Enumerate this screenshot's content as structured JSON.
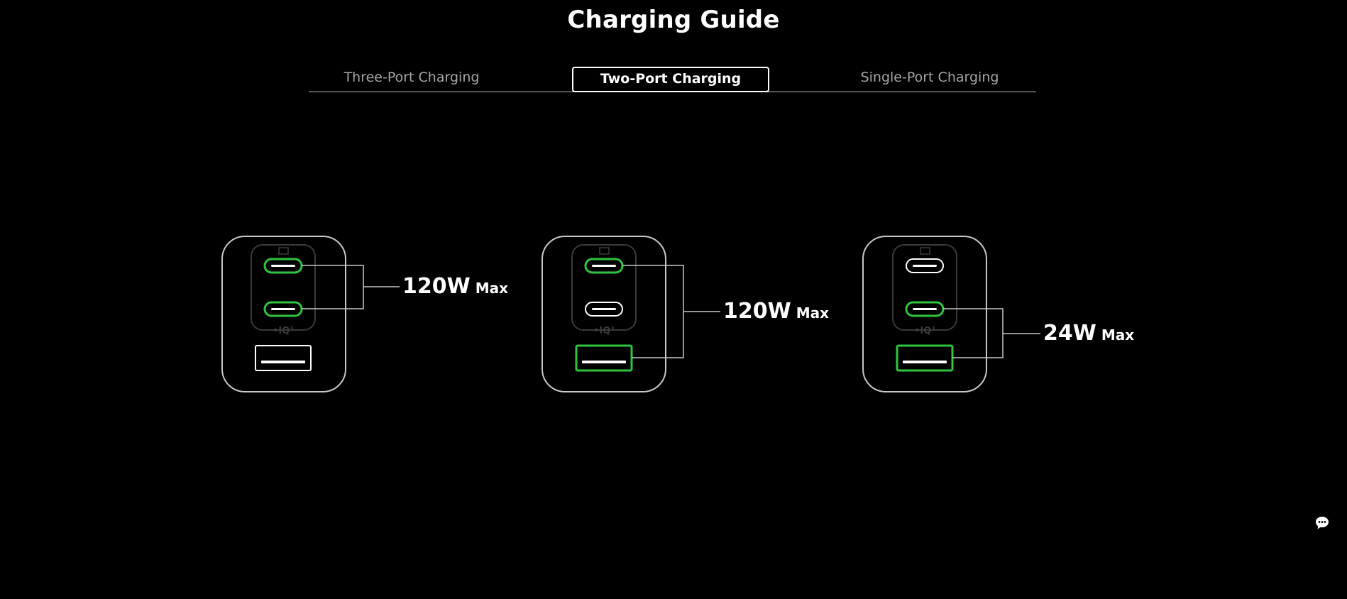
{
  "page": {
    "title": "Charging Guide"
  },
  "tabs": [
    {
      "label": "Three-Port Charging",
      "active": false
    },
    {
      "label": "Two-Port Charging",
      "active": true
    },
    {
      "label": "Single-Port Charging",
      "active": false
    }
  ],
  "configurations": [
    {
      "output": "120W",
      "suffix": "Max",
      "active_ports": [
        "usb-c-1",
        "usb-c-2"
      ]
    },
    {
      "output": "120W",
      "suffix": "Max",
      "active_ports": [
        "usb-c-1",
        "usb-a"
      ]
    },
    {
      "output": "24W",
      "suffix": "Max",
      "active_ports": [
        "usb-c-2",
        "usb-a"
      ]
    }
  ],
  "charger": {
    "logo_text": "•IQ³"
  },
  "colors": {
    "active_port": "#2fc43f",
    "inactive_port": "#ffffff",
    "outline": "#c8c8c8",
    "inner_outline": "#3a3a3a"
  },
  "icons": {
    "chat": "chat-bubble-icon"
  }
}
